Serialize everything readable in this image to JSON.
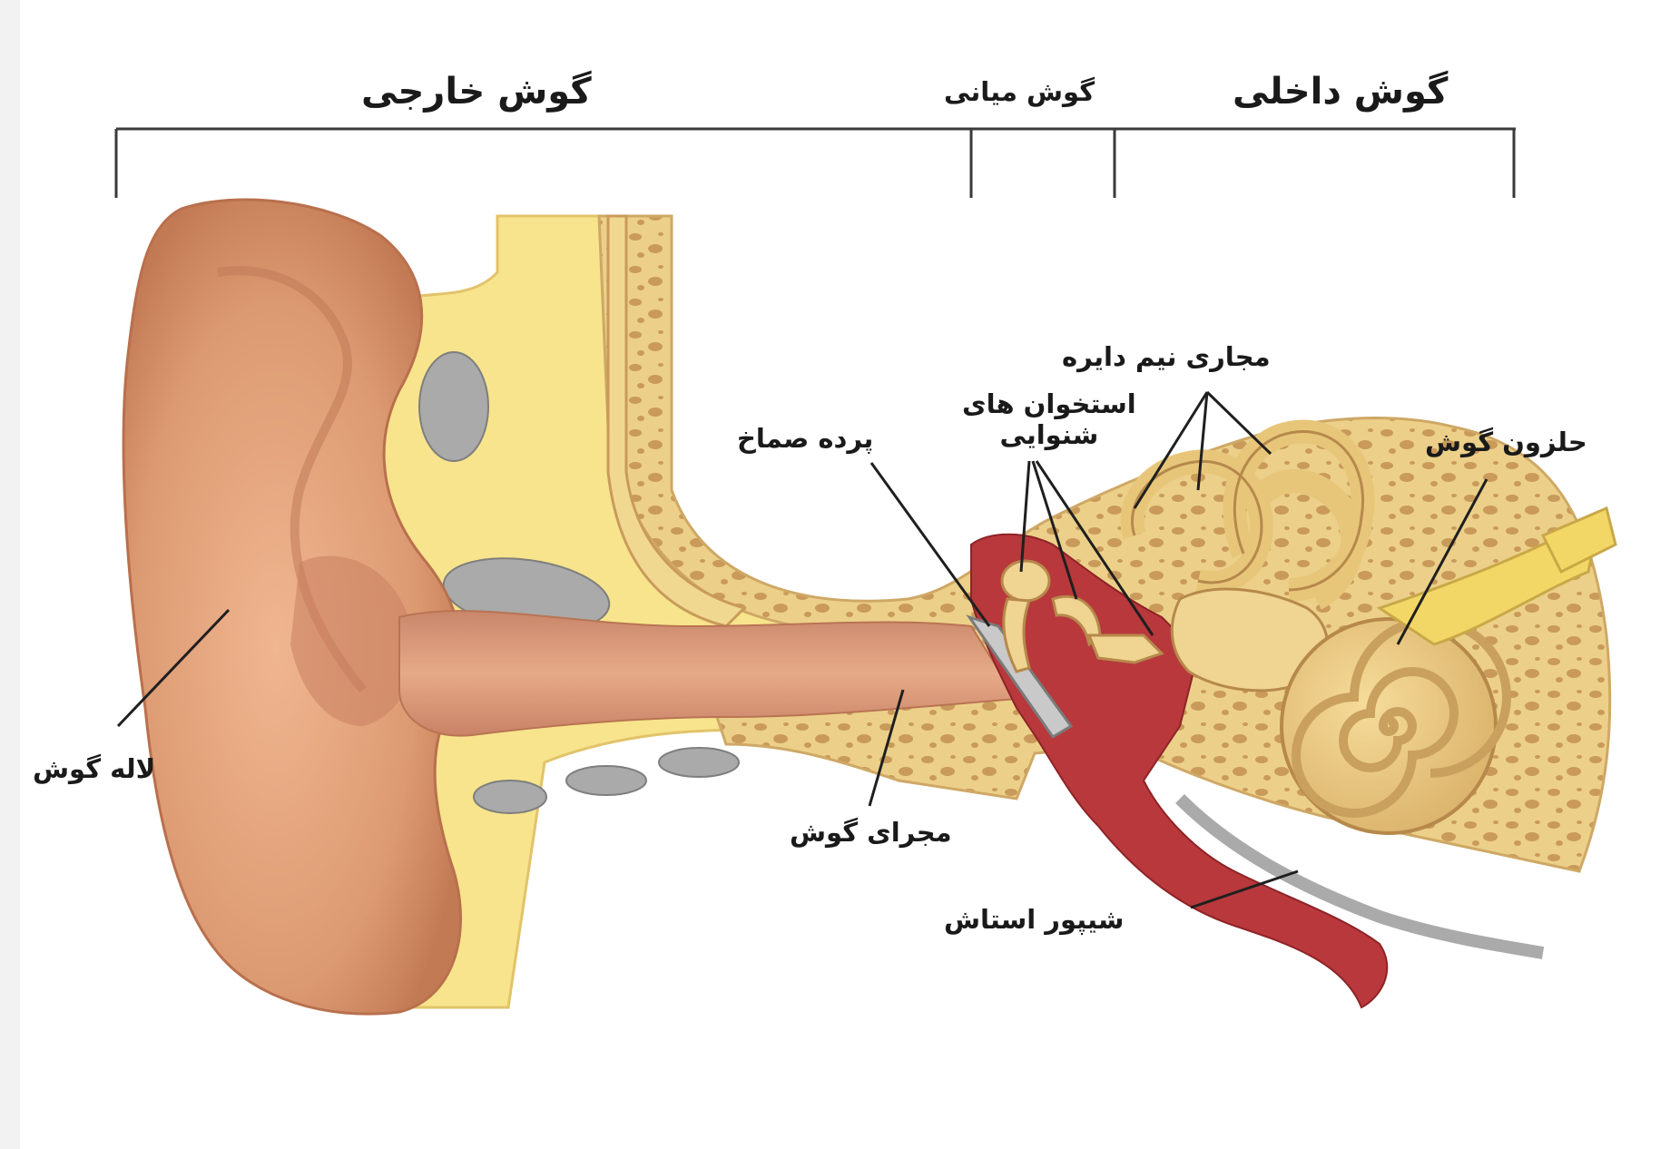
{
  "headers": {
    "outer_ear": "گوش خارجی",
    "middle_ear": "گوش میانی",
    "inner_ear": "گوش داخلی"
  },
  "labels": {
    "pinna": "لاله گوش",
    "ear_canal": "مجرای گوش",
    "eardrum": "پرده صماخ",
    "ossicles_line1": "استخوان های",
    "ossicles_line2": "شنوایی",
    "semicircular_canals": "مجاری نیم دایره",
    "cochlea": "حلزون گوش",
    "eustachian_tube": "شیپور استاش"
  },
  "colors": {
    "skin": "#e0a07a",
    "skin_dark": "#c77f5a",
    "tissue": "#f6e486",
    "bone": "#e9c87d",
    "bone_hole": "#b7884e",
    "cavity": "#b8383c",
    "cartilage": "#a9aaa9",
    "line": "#333333"
  }
}
